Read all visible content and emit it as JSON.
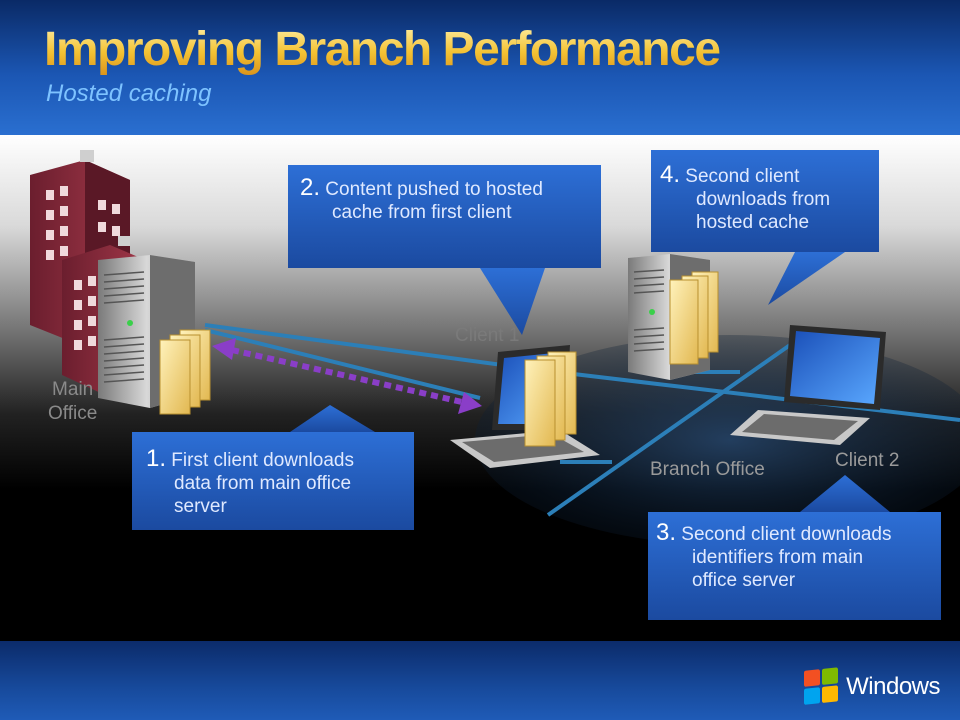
{
  "header": {
    "title": "Improving Branch Performance",
    "subtitle": "Hosted caching"
  },
  "labels": {
    "main_office": [
      "Main",
      "Office"
    ],
    "client1": "Client 1",
    "client2": "Client 2",
    "branch_office": "Branch Office"
  },
  "callouts": [
    {
      "num": "1.",
      "lines": [
        "First client downloads",
        "data from main office",
        "server"
      ]
    },
    {
      "num": "2.",
      "lines": [
        "Content pushed to hosted",
        "cache from first client"
      ]
    },
    {
      "num": "3.",
      "lines": [
        "Second client downloads",
        "identifiers from main",
        "office server"
      ]
    },
    {
      "num": "4.",
      "lines": [
        "Second client",
        "downloads from",
        "hosted cache"
      ]
    }
  ],
  "footer": {
    "brand": "Windows"
  },
  "colors": {
    "title_gold": "#f4c233",
    "subtitle_blue": "#7ec3ff",
    "callout_blue": "#1f58b8",
    "arrow_purple": "#8a3ec8",
    "network_line": "#2c7fb8",
    "label_gray": "#8a8a8a"
  },
  "icons": [
    "office-building-icon",
    "server-icon",
    "folder-icon",
    "laptop-icon",
    "windows-logo-icon"
  ]
}
